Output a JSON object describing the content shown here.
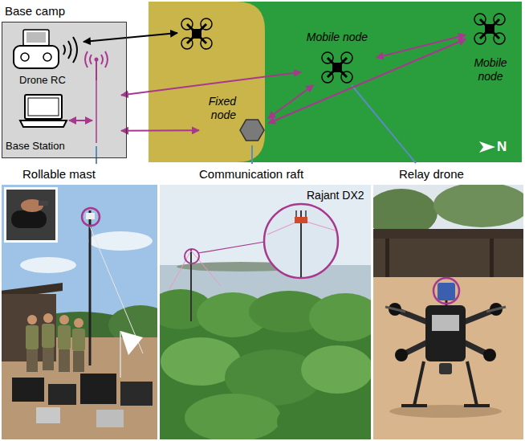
{
  "diagram": {
    "nodes": [
      {
        "text": [
          "Base camp"
        ]
      },
      {
        "text": [
          "Drone RC"
        ],
        "in": 0
      },
      {
        "text": [
          "Base Station"
        ],
        "in": 0
      },
      {
        "text": [
          "Mobile node"
        ]
      },
      {
        "text": [
          "Mobile node"
        ]
      },
      {
        "text": [
          "Fixed node"
        ]
      }
    ],
    "edges": [
      {
        "from": 2,
        "to": 3,
        "arrow": "both"
      },
      {
        "from": 2,
        "to": 5,
        "arrow": "both"
      },
      {
        "from": 5,
        "to": 3,
        "arrow": "both"
      },
      {
        "from": 5,
        "to": 4,
        "arrow": "both"
      },
      {
        "from": 3,
        "to": 4,
        "arrow": "both"
      }
    ],
    "labels": [
      "N",
      "Rollable mast",
      "Communication raft",
      "Relay drone",
      "Rajant DX2"
    ]
  }
}
